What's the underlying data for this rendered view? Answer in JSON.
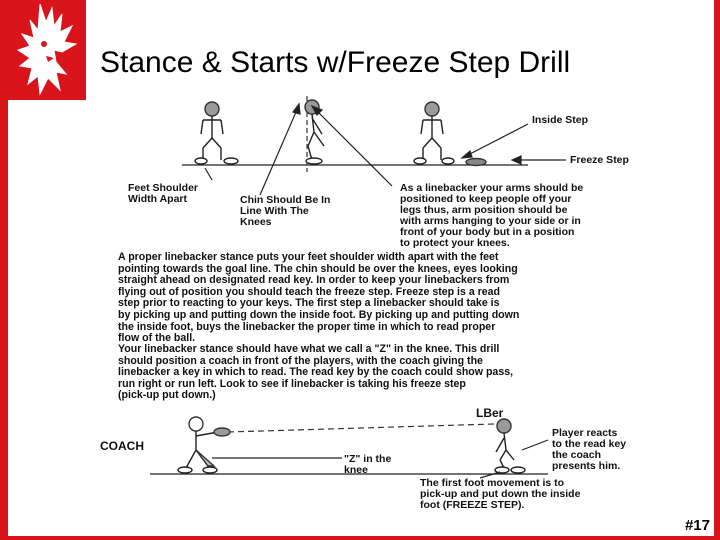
{
  "title": "Stance & Starts w/Freeze Step Drill",
  "slide_number": "#17",
  "colors": {
    "frame_red": "#d9141b",
    "figure_gray": "#9a9a9a",
    "ink": "#111111"
  },
  "logo": {
    "icon": "eagle-logo-icon"
  },
  "top_labels": {
    "inside_step": "Inside Step",
    "freeze_step": "Freeze Step",
    "feet_shoulder": [
      "Feet Shoulder",
      "Width Apart"
    ],
    "chin": [
      "Chin Should Be In",
      "Line With The",
      "Knees"
    ],
    "arms": [
      "As a linebacker your arms should be",
      "positioned to keep people off your",
      "legs thus, arm position should be",
      "with arms hanging to your side or in",
      "front of your body but in a position",
      "to protect your knees."
    ]
  },
  "paragraph1": "A proper linebacker stance puts your feet shoulder width apart with the feet\npointing towards the goal line.  The chin should be over the knees, eyes looking\nstraight ahead on designated read key.  In order to keep your linebackers from\nflying out of position you should teach the freeze step.  Freeze step is a read\nstep prior to reacting to your keys.  The first step a linebacker should take is\nby picking up and putting down the inside foot.  By picking up and putting down\nthe inside foot, buys the linebacker the proper time in which to read proper\nflow of the ball.",
  "paragraph2": "Your linebacker stance should have what we call a \"Z\" in the knee.  This drill\nshould position a coach in front of the players, with the coach giving the\nlinebacker a key in which to read.  The read key by the coach could show pass,\nrun right or run left.  Look to see if linebacker is taking his freeze step\n(pick-up put down.)",
  "bottom_labels": {
    "lber": "LBer",
    "coach": "COACH",
    "z_knee": [
      "\"Z\" in the",
      "knee"
    ],
    "player_reacts": [
      "Player reacts",
      "to the read key",
      "the coach",
      "presents him."
    ],
    "first_foot": [
      "The first foot movement is to",
      "pick-up and put down the inside",
      "foot (FREEZE STEP)."
    ]
  }
}
